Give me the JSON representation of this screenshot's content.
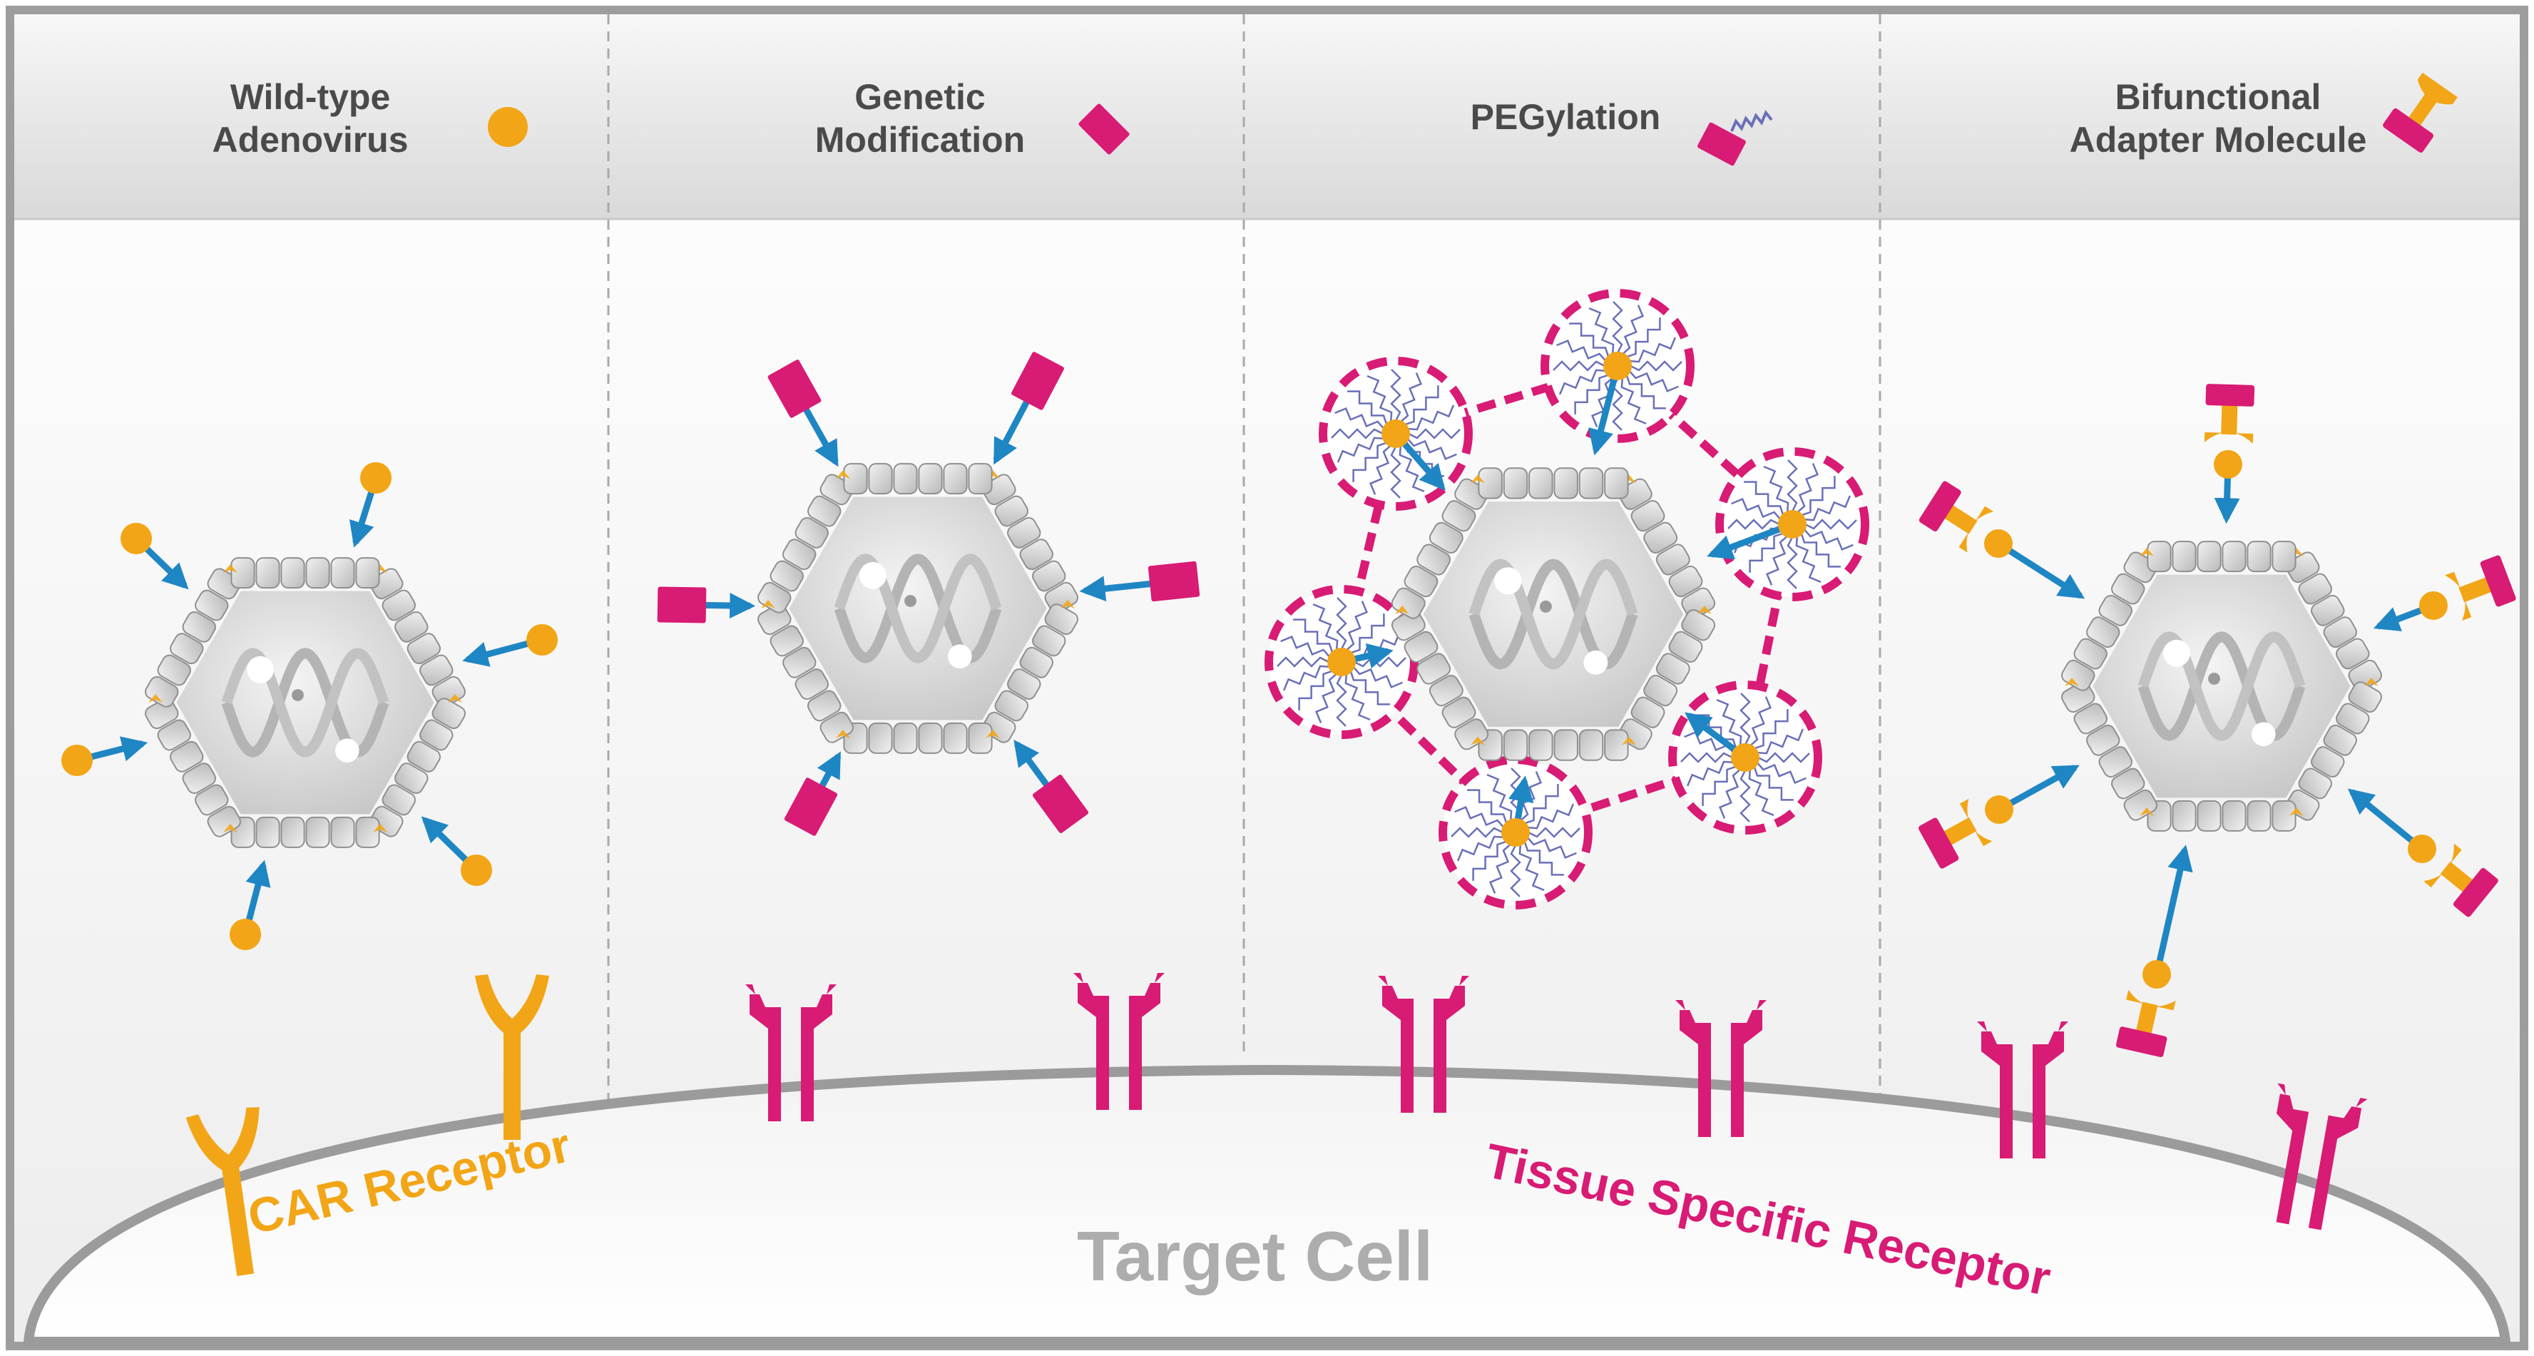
{
  "panels": [
    {
      "id": "wild-type",
      "title_line1": "Wild-type",
      "title_line2": "Adenovirus",
      "legend_icon": "orange-circle-icon"
    },
    {
      "id": "genetic",
      "title_line1": "Genetic",
      "title_line2": "Modification",
      "legend_icon": "magenta-rectangle-icon"
    },
    {
      "id": "peg",
      "title_line1": "PEGylation",
      "title_line2": "",
      "legend_icon": "peg-chain-icon"
    },
    {
      "id": "adapter",
      "title_line1": "Bifunctional",
      "title_line2": "Adapter Molecule",
      "legend_icon": "adapter-molecule-icon"
    }
  ],
  "labels": {
    "car_receptor": "CAR Receptor",
    "tissue_receptor": "Tissue Specific Receptor",
    "target_cell": "Target Cell"
  },
  "colors": {
    "orange": "#f2a516",
    "magenta": "#d81b74",
    "blue_arrow": "#1f86c4",
    "peg_chain": "#6a6fb8",
    "capsomer": "#d2d2d2",
    "cell_outline": "#9b9b9b",
    "header_bg": "#e6e6e6"
  }
}
